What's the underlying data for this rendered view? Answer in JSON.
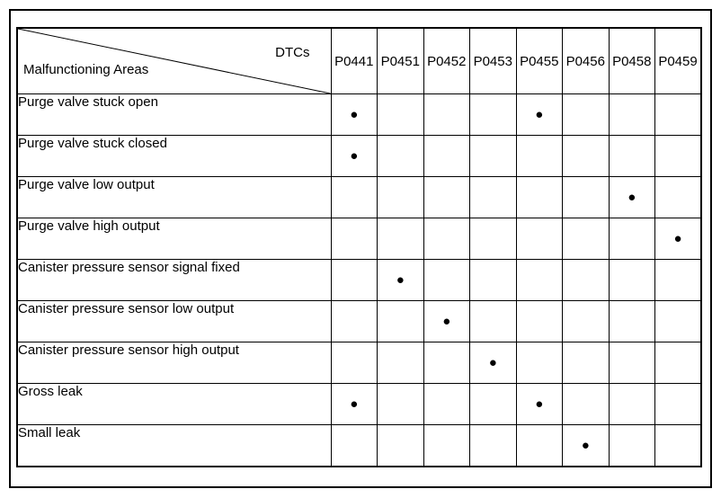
{
  "page": {
    "background_color": "#ffffff",
    "border_color": "#000000"
  },
  "table": {
    "corner": {
      "top_right_label": "DTCs",
      "bottom_left_label": "Malfunctioning Areas"
    },
    "columns": [
      "P0441",
      "P0451",
      "P0452",
      "P0453",
      "P0455",
      "P0456",
      "P0458",
      "P0459"
    ],
    "dot_glyph": "●",
    "rows": [
      {
        "label": "Purge valve stuck open",
        "cells": [
          "●",
          "",
          "",
          "",
          "●",
          "",
          "",
          ""
        ]
      },
      {
        "label": "Purge valve stuck closed",
        "cells": [
          "●",
          "",
          "",
          "",
          "",
          "",
          "",
          ""
        ]
      },
      {
        "label": "Purge valve low output",
        "cells": [
          "",
          "",
          "",
          "",
          "",
          "",
          "●",
          ""
        ]
      },
      {
        "label": "Purge valve high output",
        "cells": [
          "",
          "",
          "",
          "",
          "",
          "",
          "",
          "●"
        ]
      },
      {
        "label": "Canister pressure sensor signal fixed",
        "cells": [
          "",
          "●",
          "",
          "",
          "",
          "",
          "",
          ""
        ]
      },
      {
        "label": "Canister pressure sensor low output",
        "cells": [
          "",
          "",
          "●",
          "",
          "",
          "",
          "",
          ""
        ]
      },
      {
        "label": "Canister pressure sensor high output",
        "cells": [
          "",
          "",
          "",
          "●",
          "",
          "",
          "",
          ""
        ]
      },
      {
        "label": "Gross leak",
        "cells": [
          "●",
          "",
          "",
          "",
          "●",
          "",
          "",
          ""
        ]
      },
      {
        "label": "Small leak",
        "cells": [
          "",
          "",
          "",
          "",
          "",
          "●",
          "",
          ""
        ]
      }
    ]
  }
}
